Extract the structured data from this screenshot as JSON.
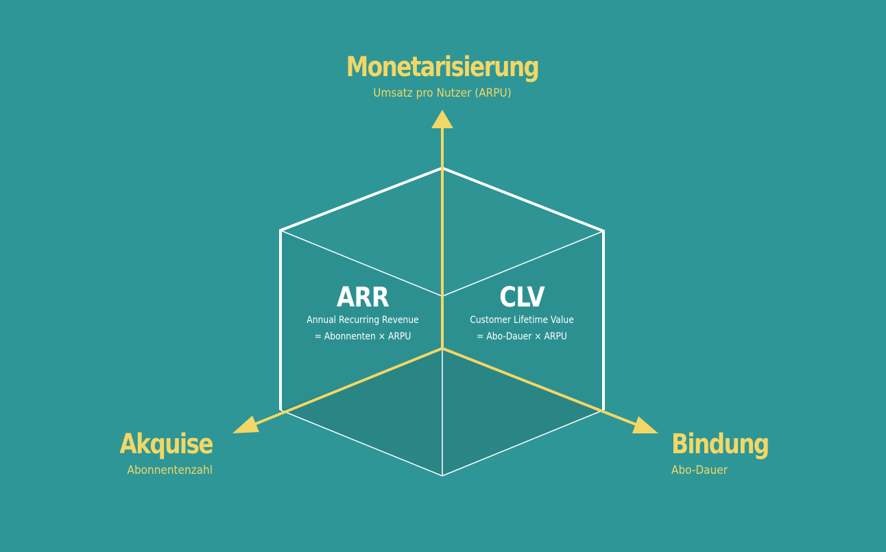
{
  "colors": {
    "background": "#2e9696",
    "axis": "#f3d766",
    "cube_edge": "#ffffff",
    "face_upper": "#2d8f8f",
    "face_lower": "#2b8787"
  },
  "axes": {
    "monetization": {
      "title": "Monetarisierung",
      "subtitle": "Umsatz pro Nutzer (ARPU)"
    },
    "acquisition": {
      "title": "Akquise",
      "subtitle": "Abonnentenzahl"
    },
    "retention": {
      "title": "Bindung",
      "subtitle": "Abo-Dauer"
    }
  },
  "metrics": {
    "arr": {
      "title": "ARR",
      "line1": "Annual Recurring Revenue",
      "line2": "= Abonnenten × ARPU"
    },
    "clv": {
      "title": "CLV",
      "line1": "Customer Lifetime Value",
      "line2": "= Abo-Dauer × ARPU"
    }
  }
}
